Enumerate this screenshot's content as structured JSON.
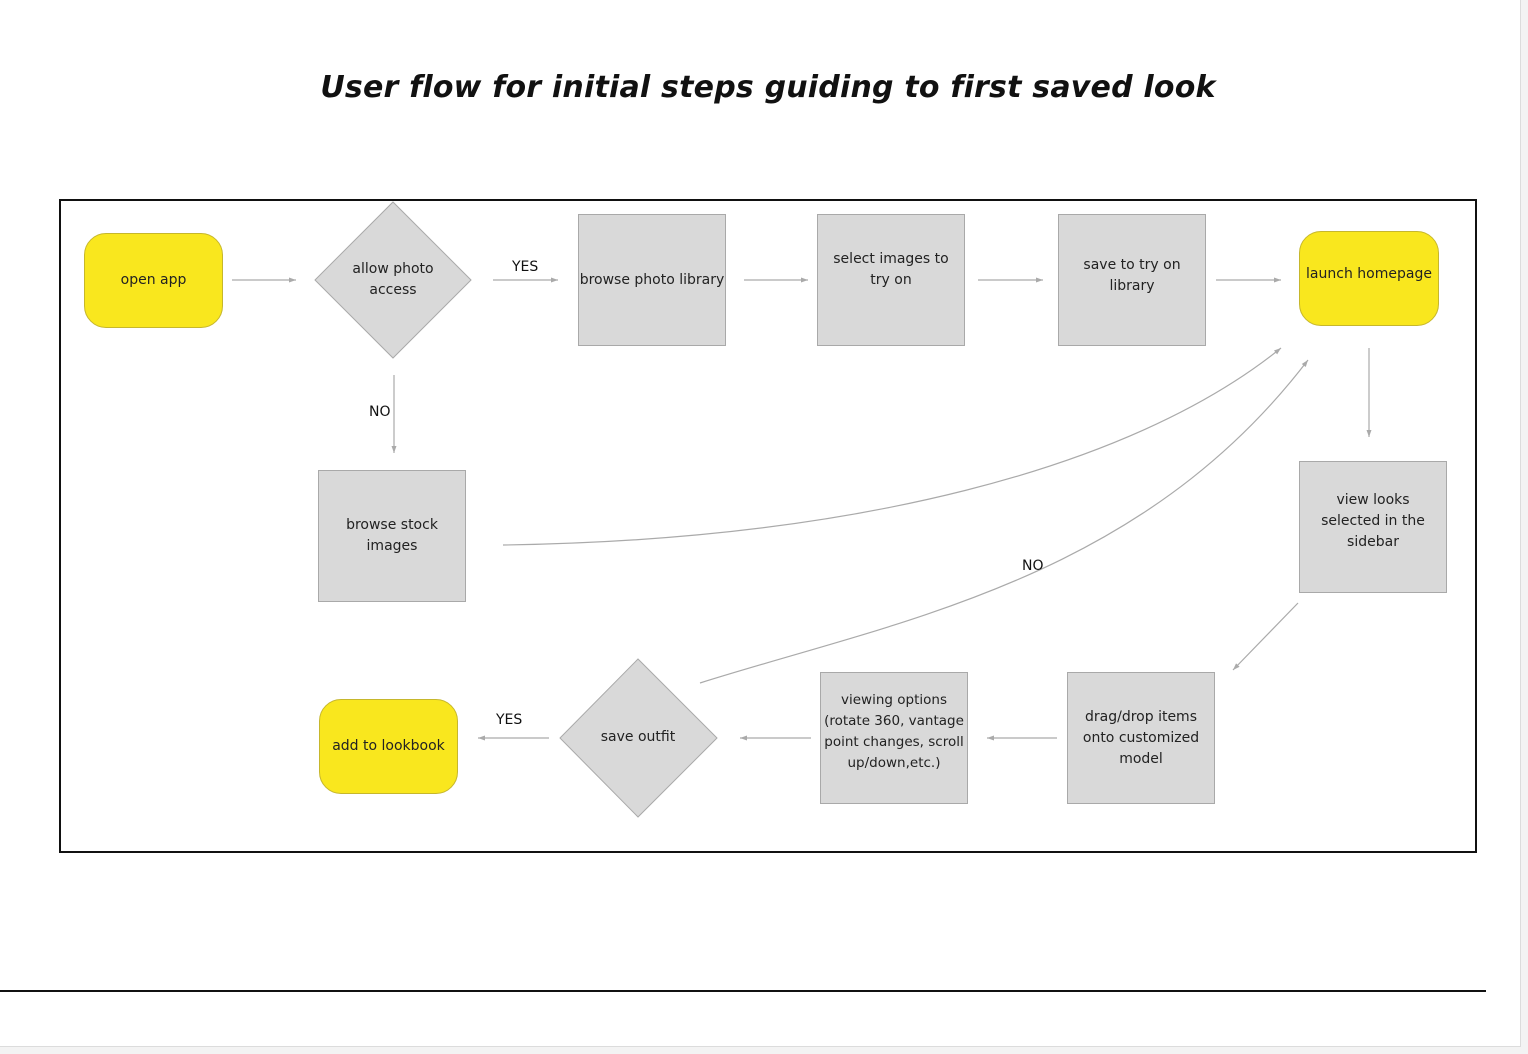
{
  "title": "User flow for initial steps guiding to first saved look",
  "nodes": {
    "open_app": "open app",
    "allow_photo_access": "allow photo access",
    "browse_photo_library": "browse photo library",
    "select_images": "select images to try on",
    "save_to_library": "save to try on library",
    "launch_homepage": "launch homepage",
    "browse_stock_images": "browse stock images",
    "view_looks": "view looks selected in the sidebar",
    "drag_drop": "drag/drop items onto customized model",
    "viewing_options": "viewing options (rotate 360, vantage point changes, scroll up/down,etc.)",
    "save_outfit": "save outfit",
    "add_to_lookbook": "add to lookbook"
  },
  "edge_labels": {
    "photo_yes": "YES",
    "photo_no": "NO",
    "outfit_no": "NO",
    "outfit_yes": "YES"
  },
  "colors": {
    "terminal": "#f9e71e",
    "process": "#d9d9d9",
    "connector": "#aaaaaa"
  }
}
